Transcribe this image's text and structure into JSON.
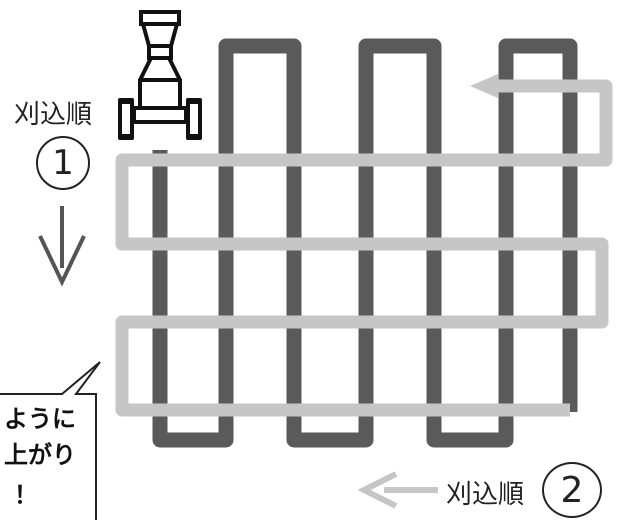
{
  "order1": {
    "label": "刈込順",
    "number": "1"
  },
  "order2": {
    "label": "刈込順",
    "number": "2"
  },
  "bubble": {
    "lines": [
      "ように",
      "上がり",
      "！"
    ]
  },
  "colors": {
    "pass1_path": "#5a5a5a",
    "pass2_path": "#c6c6c6",
    "mower": "#111111",
    "arrow_down": "#555555",
    "arrow_left": "#c6c6c6"
  },
  "icons": {
    "mower": "reel-mower-icon",
    "down_arrow": "arrow-down-icon",
    "left_arrow": "arrow-left-icon"
  }
}
